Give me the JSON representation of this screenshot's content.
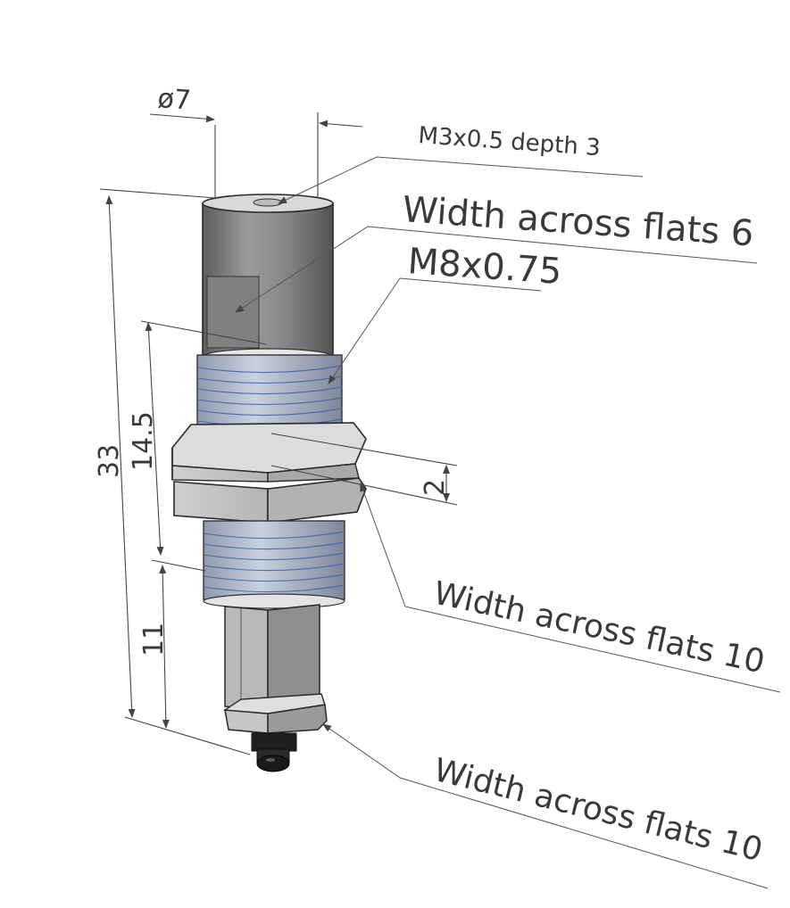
{
  "labels": {
    "diameter": "ø7",
    "internal_thread": "M3x0.5 depth 3",
    "flats_top": "Width across flats 6",
    "external_thread": "M8x0.75",
    "length_overall": "33",
    "length_thread": "14.5",
    "nut_thickness": "2",
    "length_lower": "11",
    "flats_nut": "Width across flats 10",
    "flats_bottom": "Width across flats 10"
  },
  "colors": {
    "thread_lines": "#3c5aa8",
    "metal_light": "#d8d8d8",
    "metal_dark": "#6a6a6a",
    "thread_body": "#a9b3c8"
  }
}
